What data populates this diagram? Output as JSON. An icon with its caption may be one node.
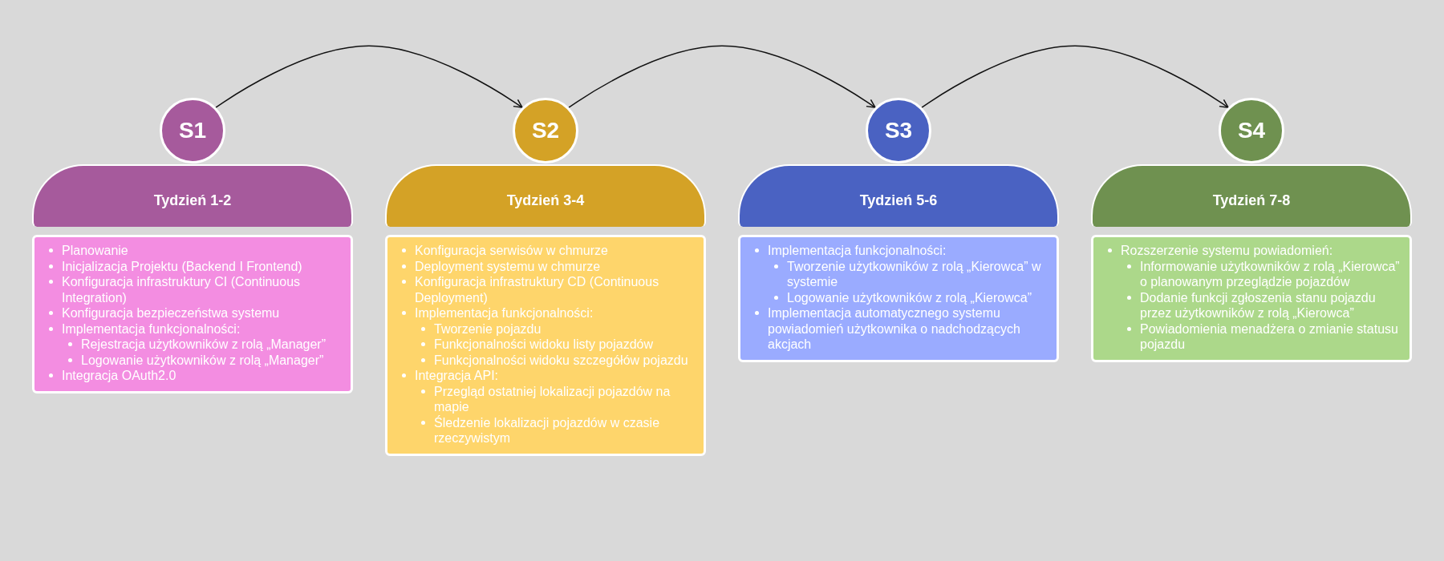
{
  "diagram": {
    "nodes": [
      {
        "text": [
          "S1"
        ]
      },
      {
        "text": [
          "Tydzień 1-2"
        ]
      },
      {
        "text": [
          "Planowanie",
          "Inicjalizacja Projektu (Backend I Frontend)",
          "Konfiguracja infrastruktury CI (Continuous Integration)",
          "Konfiguracja bezpieczeństwa systemu",
          "Implementacja funkcjonalności:",
          "Rejestracja użytkowników z rolą „Manager”",
          "Logowanie użytkowników z rolą „Manager”",
          "Integracja OAuth2.0"
        ]
      },
      {
        "text": [
          "S2"
        ]
      },
      {
        "text": [
          "Tydzień 3-4"
        ]
      },
      {
        "text": [
          "Konfiguracja serwisów w chmurze",
          "Deployment systemu w chmurze",
          "Konfiguracja infrastruktury CD (Continuous Deployment)",
          "Implementacja funkcjonalności:",
          "Tworzenie pojazdu",
          "Funkcjonalności widoku listy pojazdów",
          "Funkcjonalności widoku szczegółów pojazdu",
          "Integracja API:",
          "Przegląd ostatniej lokalizacji pojazdów na mapie",
          "Śledzenie lokalizacji pojazdów w czasie rzeczywistym"
        ]
      },
      {
        "text": [
          "S3"
        ]
      },
      {
        "text": [
          "Tydzień 5-6"
        ]
      },
      {
        "text": [
          "Implementacja funkcjonalności:",
          "Tworzenie użytkowników z rolą „Kierowca” w systemie",
          "Logowanie użytkowników z rolą „Kierowca”",
          "Implementacja automatycznego systemu powiadomień użytkownika o nadchodzących akcjach"
        ]
      },
      {
        "text": [
          "S4"
        ]
      },
      {
        "text": [
          "Tydzień 7-8"
        ]
      },
      {
        "text": [
          "Rozszerzenie systemu powiadomień:",
          "Informowanie użytkowników z rolą „Kierowca” o planowanym przeglądzie pojazdów",
          "Dodanie funkcji zgłoszenia stanu pojazdu przez użytkowników z rolą „Kierowca”",
          "Powiadomienia menadżera o zmianie statusu pojazdu"
        ]
      }
    ],
    "edges": [
      {
        "from": 0,
        "to": 3,
        "arrow": "to"
      },
      {
        "from": 3,
        "to": 6,
        "arrow": "to"
      },
      {
        "from": 6,
        "to": 9,
        "arrow": "to"
      }
    ]
  }
}
